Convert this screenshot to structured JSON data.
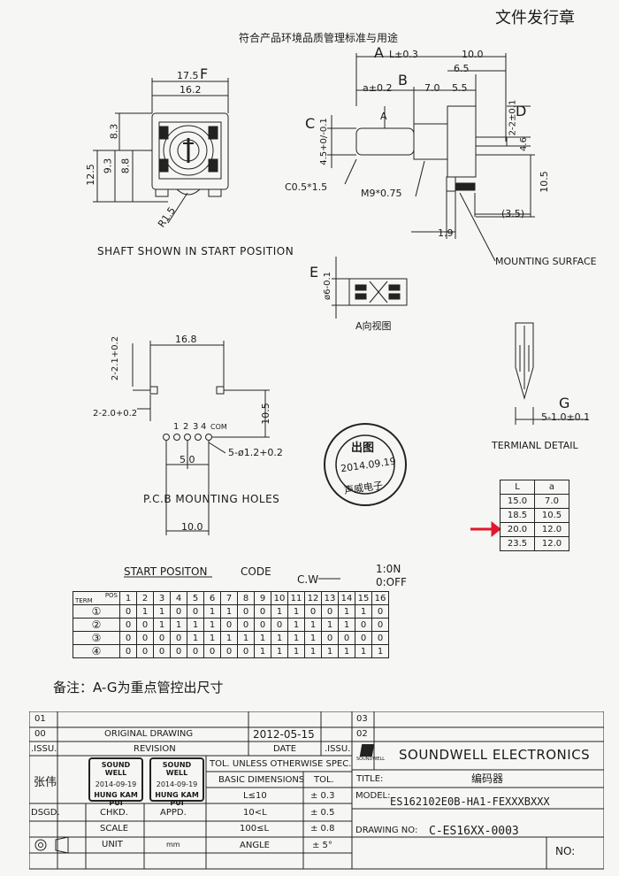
{
  "header": {
    "top_right": "文件发行章",
    "title": "符合产品环境品质管理标准与用途"
  },
  "front_view": {
    "dims": {
      "w_outer": "17.5",
      "w_inner": "16.2",
      "h_top": "8.3",
      "h_total": "12.5",
      "h_9_3": "9.3",
      "h_8_8": "8.8",
      "radius": "R1.5"
    },
    "letter": "F",
    "caption": "SHAFT SHOWN IN START POSITION"
  },
  "side_view": {
    "dims": {
      "L": "L±0.3",
      "d10": "10.0",
      "d6_5": "6.5",
      "a": "a±0.2",
      "d7": "7.0",
      "d5_5": "5.5",
      "d2_2": "2-2±0.1",
      "d4_6": "4.6",
      "d10_5": "10.5",
      "c45": "4.5+0/-0.1",
      "chamfer": "C0.5*1.5",
      "thread": "M9*0.75",
      "d3_5": "(3.5)",
      "d1_9": "1.9",
      "arrow_a": "A"
    },
    "letters": {
      "A": "A",
      "B": "B",
      "C": "C",
      "D": "D"
    },
    "mounting": "MOUNTING SURFACE"
  },
  "section_e": {
    "letter": "E",
    "dim": "ø6-0.1",
    "caption": "A向视图"
  },
  "pcb": {
    "dims": {
      "w": "16.8",
      "top": "2-2.1+0.2",
      "left": "2-2.0+0.2",
      "h": "10.5",
      "p5": "5.0",
      "p10": "10.0",
      "holes": "5-ø1.2+0.2"
    },
    "pins": [
      "1",
      "2",
      "3",
      "4",
      "COM"
    ],
    "caption": "P.C.B MOUNTING HOLES"
  },
  "terminal": {
    "letter": "G",
    "dim": "5-1.0±0.1",
    "caption": "TERMIANL DETAIL"
  },
  "stamp_round": {
    "top": "出图",
    "date": "2014.09.19",
    "bottom": "声威电子"
  },
  "la_table": {
    "headers": [
      "L",
      "a"
    ],
    "rows": [
      [
        "15.0",
        "7.0"
      ],
      [
        "18.5",
        "10.5"
      ],
      [
        "20.0",
        "12.0"
      ],
      [
        "23.5",
        "12.0"
      ]
    ],
    "arrow_color": "#e0182d"
  },
  "code_section": {
    "start": "START POSITON",
    "code": "CODE",
    "cw": "C.W",
    "on": "1:0N",
    "off": "0:OFF",
    "corner_top": "POS",
    "corner_bottom": "TERM",
    "columns": [
      "1",
      "2",
      "3",
      "4",
      "5",
      "6",
      "7",
      "8",
      "9",
      "10",
      "11",
      "12",
      "13",
      "14",
      "15",
      "16"
    ],
    "rows": [
      {
        "term": "①",
        "vals": [
          "0",
          "1",
          "1",
          "0",
          "0",
          "1",
          "1",
          "0",
          "0",
          "1",
          "1",
          "0",
          "0",
          "1",
          "1",
          "0"
        ]
      },
      {
        "term": "②",
        "vals": [
          "0",
          "0",
          "1",
          "1",
          "1",
          "1",
          "0",
          "0",
          "0",
          "0",
          "1",
          "1",
          "1",
          "1",
          "0",
          "0"
        ]
      },
      {
        "term": "③",
        "vals": [
          "0",
          "0",
          "0",
          "0",
          "1",
          "1",
          "1",
          "1",
          "1",
          "1",
          "1",
          "1",
          "0",
          "0",
          "0",
          "0"
        ]
      },
      {
        "term": "④",
        "vals": [
          "0",
          "0",
          "0",
          "0",
          "0",
          "0",
          "0",
          "0",
          "1",
          "1",
          "1",
          "1",
          "1",
          "1",
          "1",
          "1"
        ]
      }
    ]
  },
  "note": "备注：A-G为重点管控出尺寸",
  "title_block": {
    "r01": "01",
    "r00": "00",
    "issu": ".ISSU.",
    "orig": "ORIGINAL  DRAWING",
    "orig_date": "2012-05-15",
    "revision": "REVISION",
    "date": "DATE",
    "issu2": ".ISSU.",
    "r03": "03",
    "r02": "02",
    "tol_head": "TOL. UNLESS OTHERWISE SPEC.",
    "basic": "BASIC DIMENSIONS",
    "tol": "TOL.",
    "l1": "L≤10",
    "t1": "± 0.3",
    "l2": "10<L",
    "t2": "± 0.5",
    "l3": "100≤L",
    "t3": "± 0.8",
    "angle": "ANGLE",
    "t4": "± 5°",
    "name": "张伟",
    "dsgd": "DSGD.",
    "chkd": "CHKD.",
    "appd": "APPD.",
    "scale": "SCALE",
    "unit": "UNIT",
    "mm": "mm",
    "company": "SOUNDWELL ELECTRONICS",
    "logo_text": "SOUNDWELL",
    "title_label": "TITLE:",
    "title_value": "编码器",
    "model_label": "MODEL:",
    "model_value": "ES162102E0B-HA1-FEXXXBXXX",
    "drawing_label": "DRAWING NO:",
    "drawing_value": "C-ES16XX-0003",
    "no_label": "NO:",
    "stamp_a": {
      "top": "SOUND WELL",
      "date": "2014-09-19",
      "bottom": "HUNG KAM PUI"
    },
    "stamp_b": {
      "top": "SOUND WELL",
      "date": "2014-09-19",
      "bottom": "HUNG KAM PUI"
    }
  }
}
